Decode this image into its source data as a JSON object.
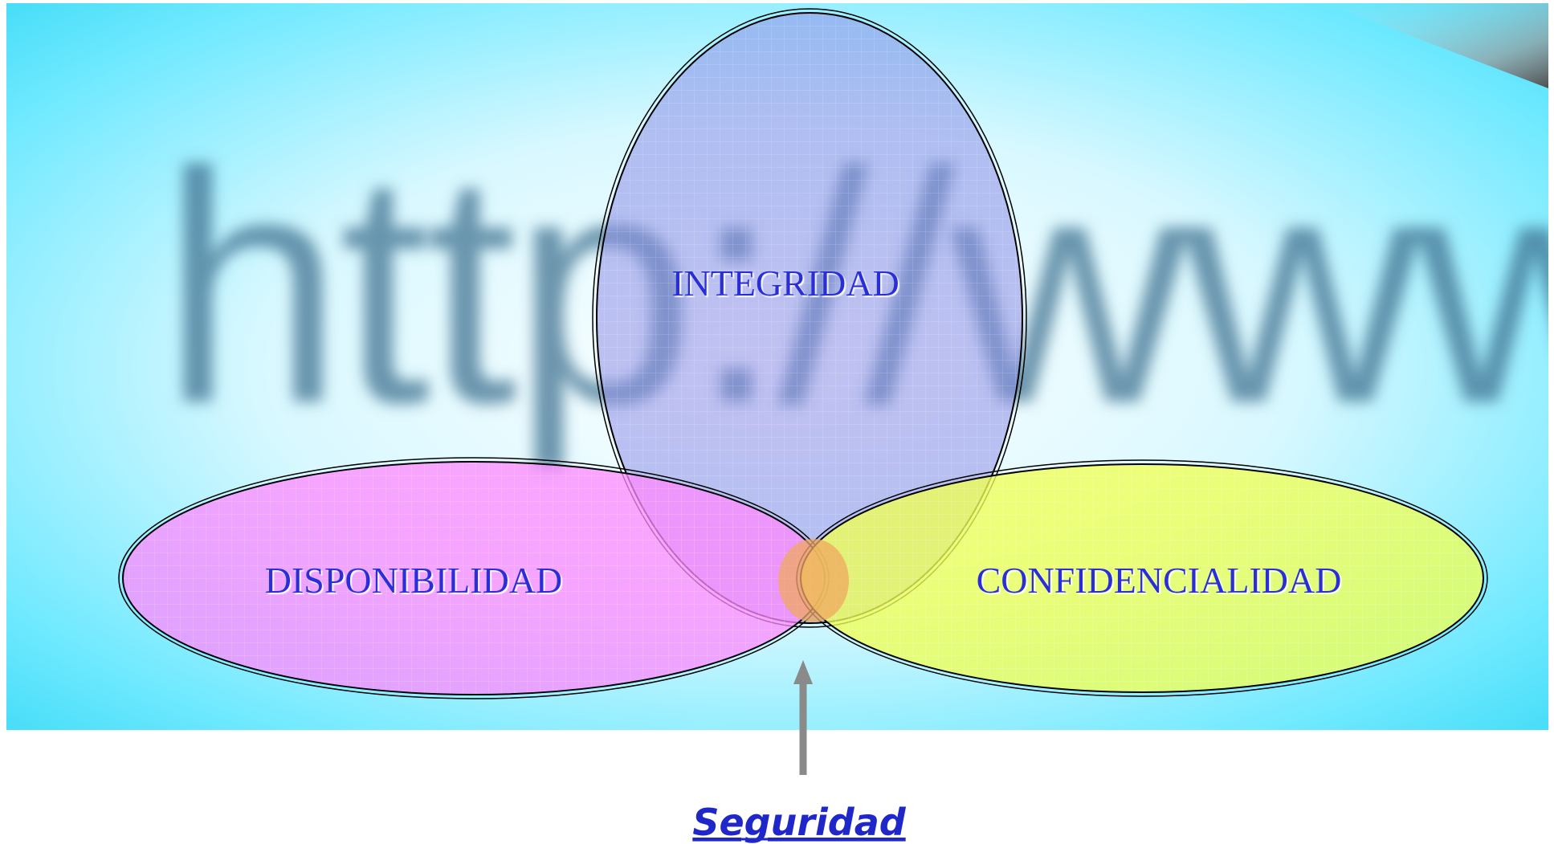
{
  "background": {
    "text": "http://www",
    "colors": {
      "glow": "#ffffff",
      "cyan": "#5fe8ff",
      "text": "#3a6f8f",
      "corner": "#5a5a5a"
    }
  },
  "diagram": {
    "circles": [
      {
        "id": "integridad",
        "label": "INTEGRIDAD",
        "color": "#8e8ee6"
      },
      {
        "id": "disponibilidad",
        "label": "DISPONIBILIDAD",
        "color": "#ff88ff"
      },
      {
        "id": "confidencialidad",
        "label": "CONFIDENCIALIDAD",
        "color": "#f0ff55"
      }
    ],
    "intersection": {
      "label": "Seguridad",
      "color": "#f0a860"
    },
    "arrow_color": "#8a8a8a",
    "label_color": "#2a2fd6"
  }
}
